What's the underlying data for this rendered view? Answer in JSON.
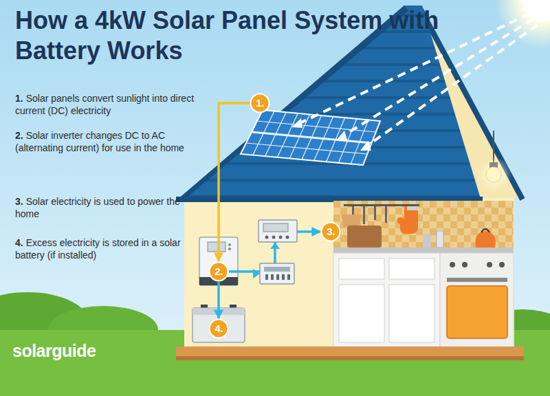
{
  "diagram": {
    "title": "How a 4kW Solar Panel System with Battery Works",
    "nodes": [
      {
        "text": [
          "1."
        ]
      },
      {
        "text": [
          "2."
        ]
      },
      {
        "text": [
          "3."
        ]
      },
      {
        "text": [
          "4."
        ]
      }
    ],
    "edges": [
      {
        "from": 0,
        "to": 1,
        "arrow": "to"
      },
      {
        "from": 1,
        "to": 3,
        "arrow": "to"
      },
      {
        "from": 1,
        "to": 2,
        "arrow": "to"
      }
    ],
    "labels": [
      "1.",
      "Solar panels convert sunlight into direct current (DC) electricity",
      "2.",
      "Solar inverter changes DC to AC (alternating current) for use in the home",
      "3.",
      "Solar electricity is used to power the home",
      "4.",
      "Excess electricity is stored in a solar battery (if installed)",
      "solarguide"
    ]
  }
}
